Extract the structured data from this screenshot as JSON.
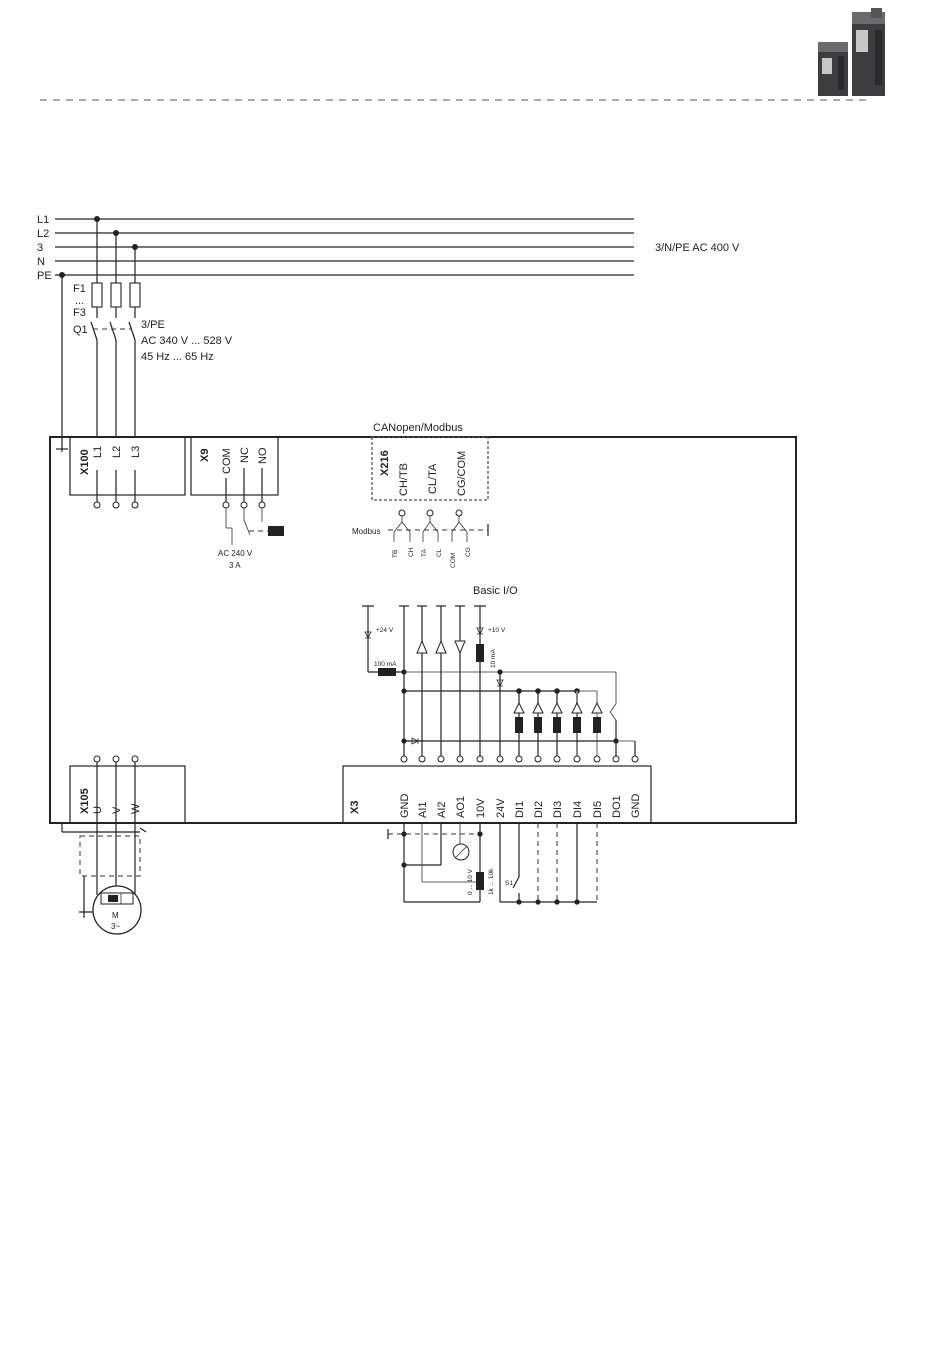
{
  "mains": {
    "lines": [
      "L1",
      "L2",
      "3",
      "N",
      "PE"
    ],
    "supply": "3/N/PE  AC 400 V"
  },
  "feed": {
    "fuse_labels": [
      "F1",
      "...",
      "F3"
    ],
    "switch_label": "Q1",
    "spec": [
      "3/PE",
      "AC 340 V ... 528 V",
      "45 Hz ... 65 Hz"
    ]
  },
  "x100": {
    "name": "X100",
    "pins": [
      "L1",
      "L2",
      "L3"
    ]
  },
  "x9": {
    "name": "X9",
    "pins": [
      "COM",
      "NC",
      "NO"
    ],
    "rating": [
      "AC 240 V",
      "3 A"
    ]
  },
  "x216": {
    "title": "CANopen/Modbus",
    "name": "X216",
    "pins": [
      "CH/TB",
      "CL/TA",
      "CG/COM"
    ],
    "bus_label": "Modbus",
    "bus_pins": [
      "TB",
      "CH",
      "TA",
      "CL",
      "COM",
      "CG"
    ]
  },
  "basic_io": {
    "title": "Basic I/O",
    "v24": "+24 V",
    "v10": "+10 V",
    "r100": "100 mA",
    "r10": "10 mA"
  },
  "x105": {
    "name": "X105",
    "pins": [
      "U",
      "V",
      "W"
    ],
    "motor": [
      "M",
      "3~"
    ]
  },
  "x3": {
    "name": "X3",
    "pins": [
      "GND",
      "AI1",
      "AI2",
      "AO1",
      "10V",
      "24V",
      "DI1",
      "DI2",
      "DI3",
      "DI4",
      "DI5",
      "DO1",
      "GND"
    ],
    "pot_labels": [
      "0 ... 10 V",
      "1k ... 10k"
    ],
    "switch": "S1"
  }
}
